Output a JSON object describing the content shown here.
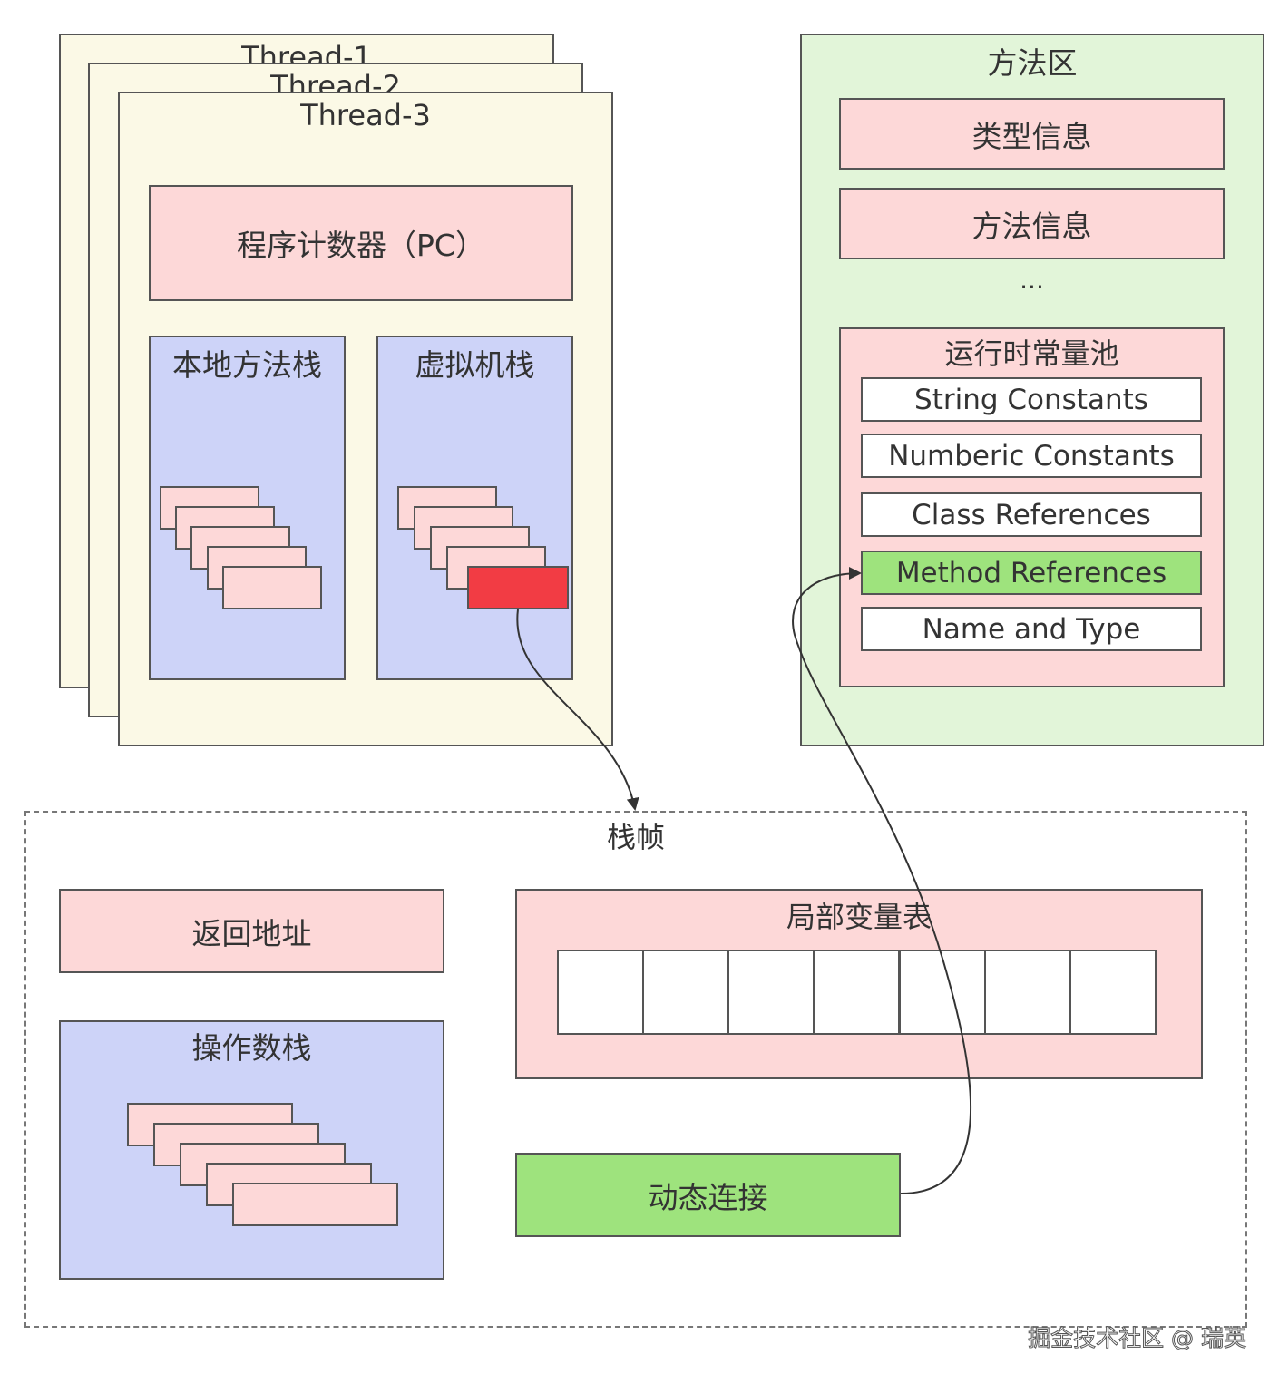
{
  "threads": {
    "thread1": "Thread-1",
    "thread2": "Thread-2",
    "thread3": "Thread-3",
    "pc": "程序计数器（PC）",
    "native_stack": "本地方法栈",
    "vm_stack": "虚拟机栈"
  },
  "method_area": {
    "title": "方法区",
    "type_info": "类型信息",
    "method_info": "方法信息",
    "ellipsis": "...",
    "runtime_pool": {
      "title": "运行时常量池",
      "items": [
        "String Constants",
        "Numberic Constants",
        "Class References",
        "Method References",
        "Name and Type"
      ]
    }
  },
  "stack_frame": {
    "title": "栈帧",
    "return_address": "返回地址",
    "operand_stack": "操作数栈",
    "local_vars": "局部变量表",
    "dynamic_link": "动态连接"
  },
  "watermark": "掘金技术社区 @ 瑞英",
  "colors": {
    "thread_bg": "#fbf9e6",
    "pink": "#fdd8d8",
    "blue": "#cdd3f8",
    "method_area_bg": "#e2f5d9",
    "green": "#9ee37d",
    "current_frame": "#f23c44"
  }
}
